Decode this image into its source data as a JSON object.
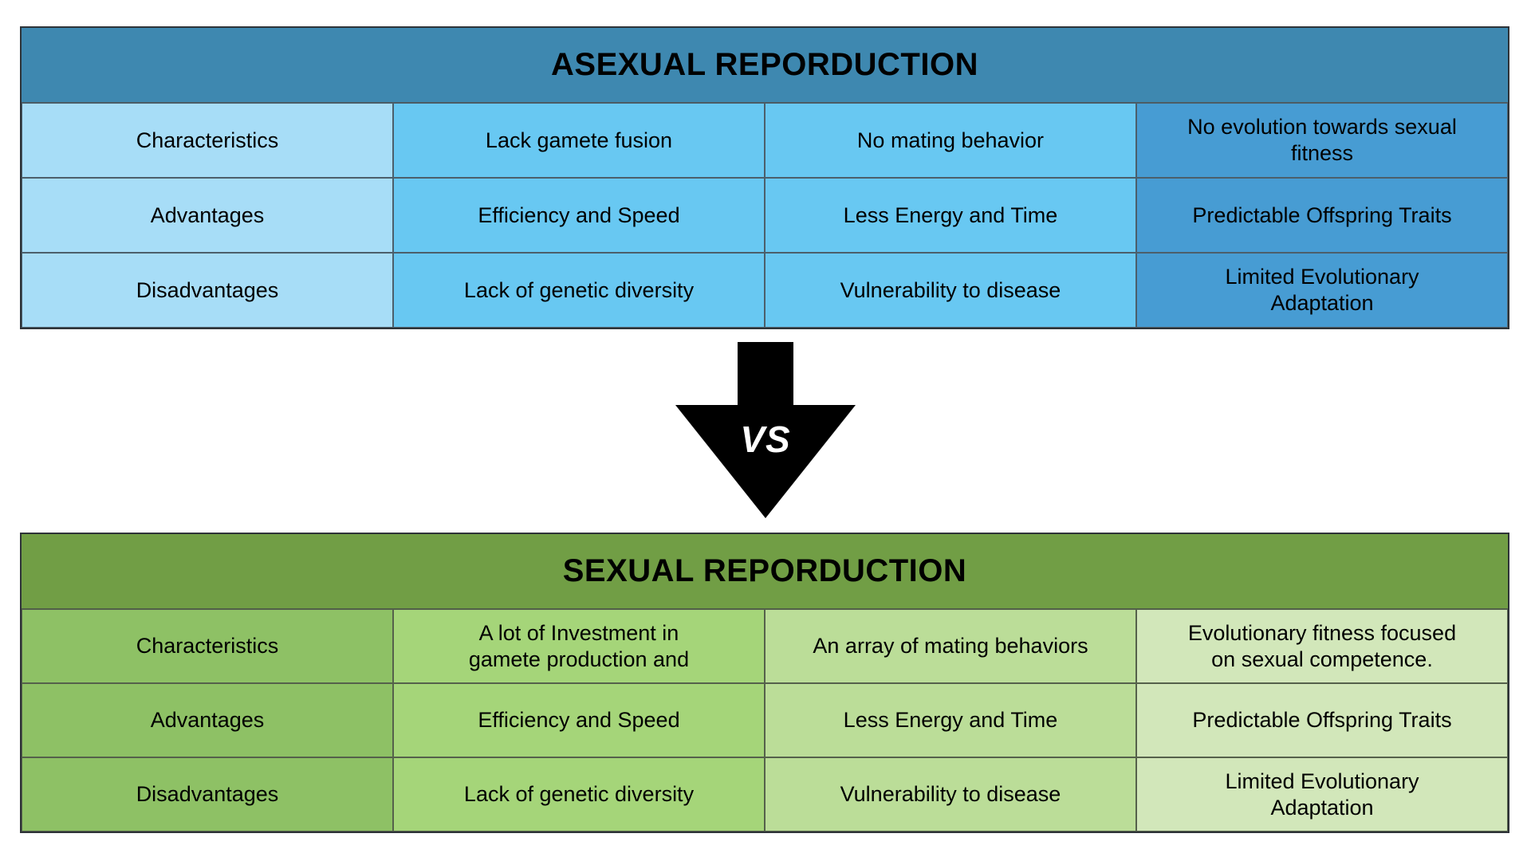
{
  "page": {
    "background": "#ffffff"
  },
  "asexual_table": {
    "title": "ASEXUAL REPORDUCTION",
    "colors": {
      "header": "#3e88b0",
      "col1": "#a7ddf7",
      "col2": "#68c8f2",
      "col3": "#68c8f2",
      "col4": "#479cd3",
      "border": "#4c5f6b",
      "text": "#000000"
    },
    "rows": [
      {
        "label": "Characteristics",
        "cells": [
          "Lack gamete fusion",
          "No mating behavior",
          "No evolution towards sexual\nfitness"
        ]
      },
      {
        "label": "Advantages",
        "cells": [
          "Efficiency and Speed",
          "Less Energy and Time",
          "Predictable Offspring Traits"
        ]
      },
      {
        "label": "Disadvantages",
        "cells": [
          "Lack of genetic diversity",
          "Vulnerability to disease",
          "Limited Evolutionary\nAdaptation"
        ]
      }
    ]
  },
  "vs_arrow": {
    "label": "VS",
    "arrow_color": "#000000",
    "text_color": "#ffffff"
  },
  "sexual_table": {
    "title": "SEXUAL REPORDUCTION",
    "colors": {
      "header": "#719e45",
      "col1": "#8ec165",
      "col2": "#a5d579",
      "col3": "#bbdd98",
      "col4": "#d2e7ba",
      "border": "#55614b",
      "text": "#000000"
    },
    "rows": [
      {
        "label": "Characteristics",
        "cells": [
          "A lot of Investment in\ngamete production and",
          "An array of mating behaviors",
          "Evolutionary fitness focused\non sexual competence."
        ]
      },
      {
        "label": "Advantages",
        "cells": [
          "Efficiency and Speed",
          "Less Energy and Time",
          "Predictable Offspring Traits"
        ]
      },
      {
        "label": "Disadvantages",
        "cells": [
          "Lack of genetic diversity",
          "Vulnerability to disease",
          "Limited Evolutionary\nAdaptation"
        ]
      }
    ]
  }
}
